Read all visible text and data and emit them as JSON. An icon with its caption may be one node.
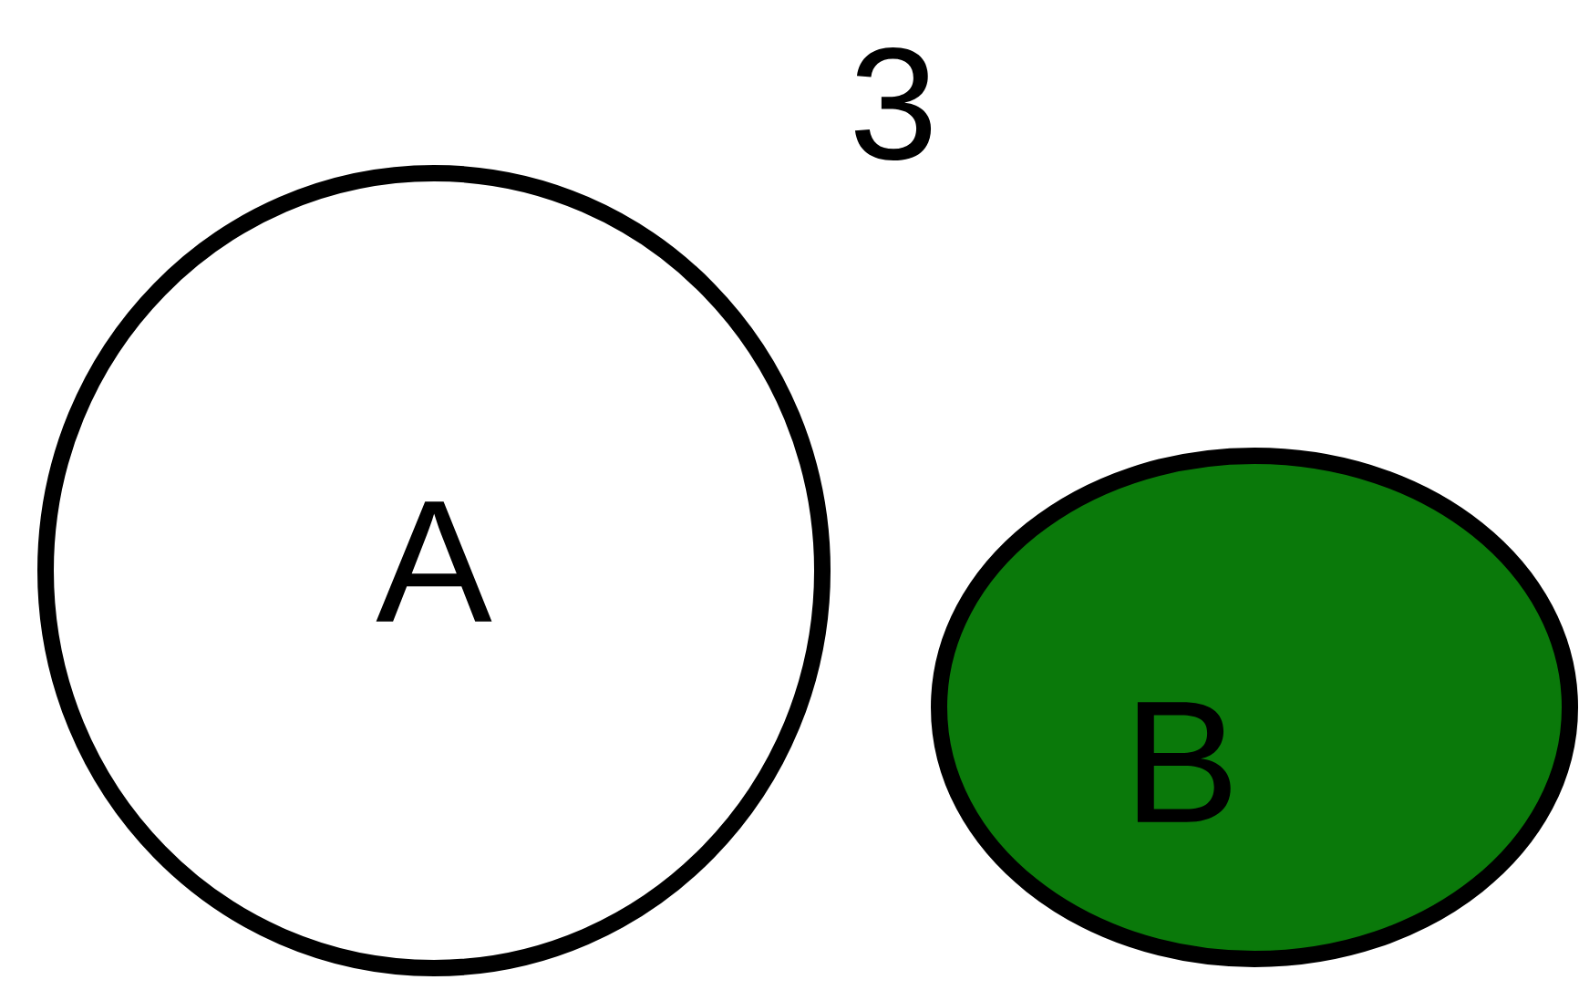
{
  "diagram": {
    "nodes": [
      {
        "text": [
          "A"
        ]
      },
      {
        "text": [
          "B"
        ]
      }
    ],
    "labels": [
      "3"
    ]
  }
}
